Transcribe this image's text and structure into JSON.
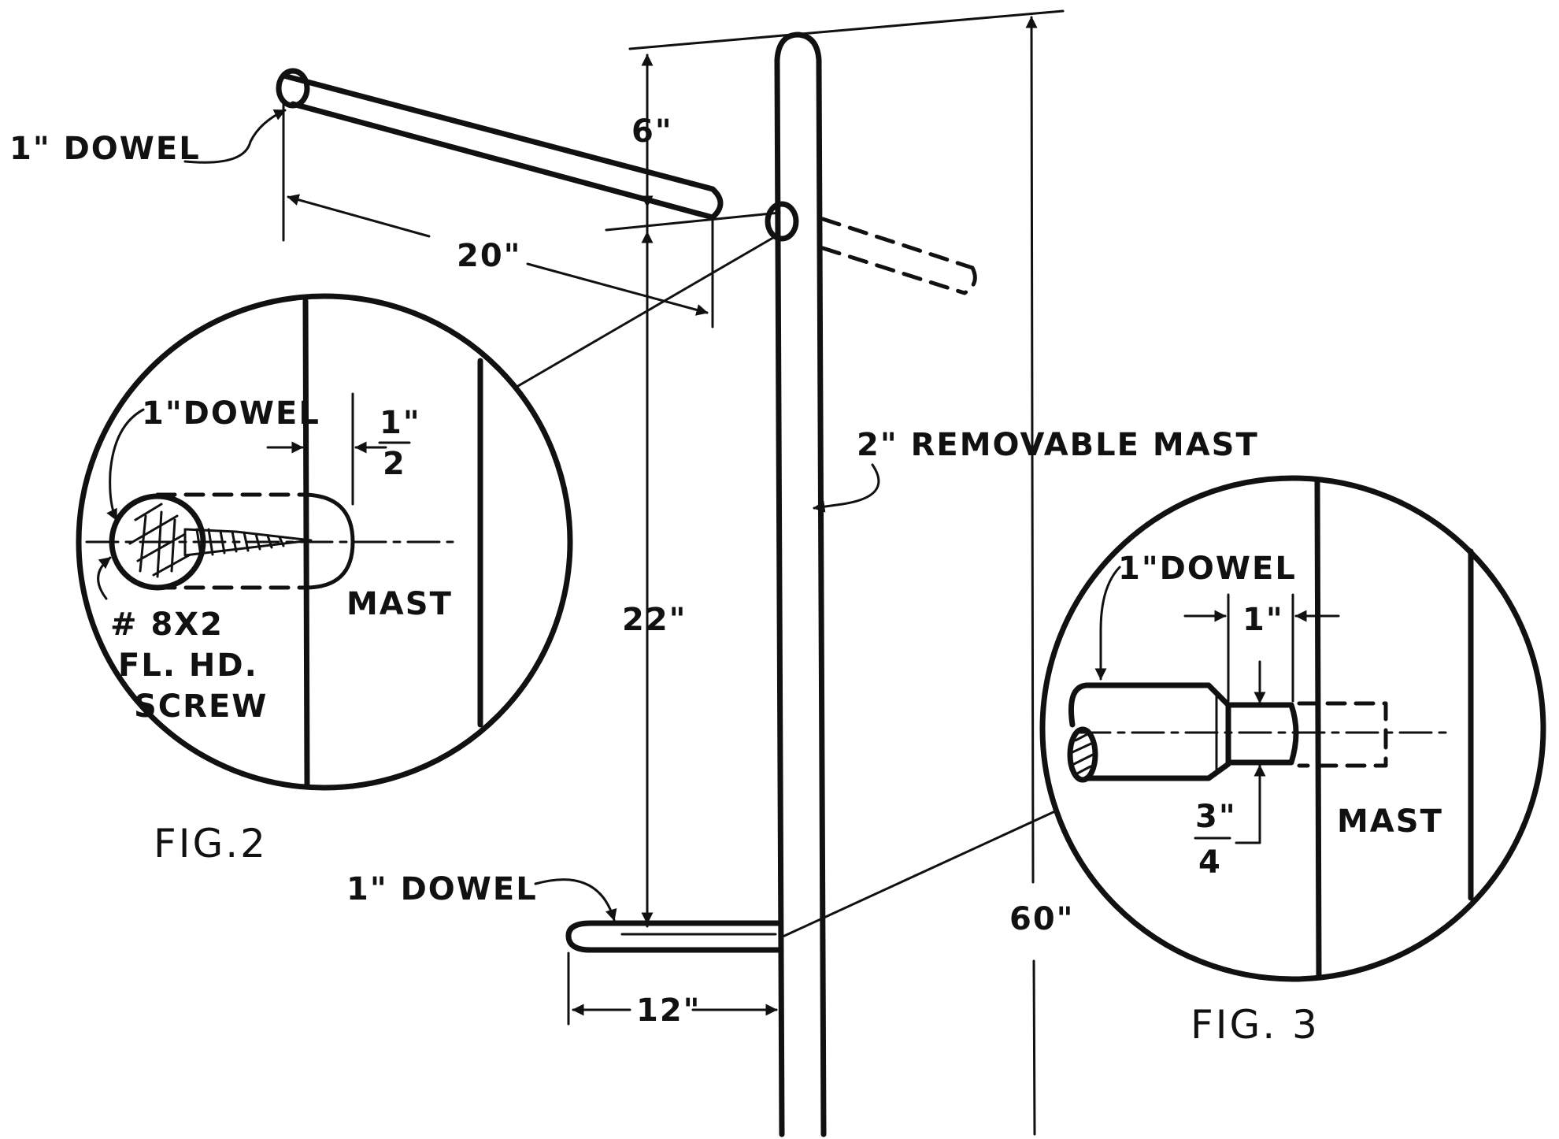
{
  "labels": {
    "dowel_top": "1\" DOWEL",
    "dowel_bottom": "1\" DOWEL",
    "dim_6": "6\"",
    "dim_20": "20\"",
    "dim_22": "22\"",
    "dim_12": "12\"",
    "dim_60": "60\"",
    "mast": "2\" REMOVABLE MAST"
  },
  "fig2": {
    "caption": "FIG.2",
    "dowel": "1\"DOWEL",
    "half_num": "1\"",
    "half_den": "2",
    "mast": "MAST",
    "screw_line1": "# 8X2",
    "screw_line2": "FL. HD.",
    "screw_line3": "SCREW"
  },
  "fig3": {
    "caption": "FIG. 3",
    "dowel": "1\"DOWEL",
    "dim_1": "1\"",
    "frac_num": "3\"",
    "frac_den": "4",
    "mast": "MAST"
  }
}
